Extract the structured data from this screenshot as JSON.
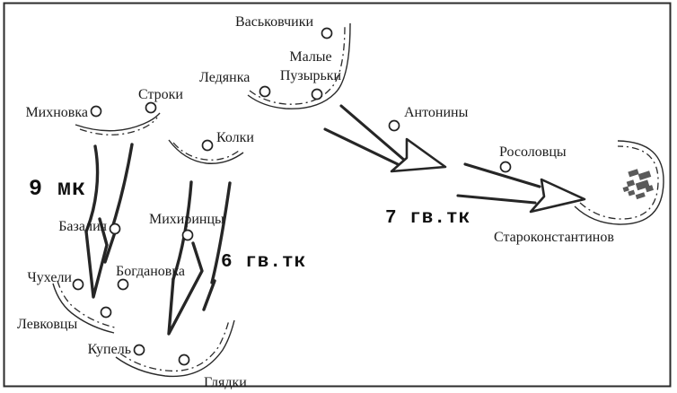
{
  "map": {
    "paper_color": "#ffffff",
    "ink_color": "#2a2a2a",
    "description_elements": "military operations sketch map"
  },
  "unit_labels": [
    {
      "text": "9 мк"
    },
    {
      "text": "6 гв.тк"
    },
    {
      "text": "7 гв.тк"
    }
  ],
  "towns": [
    {
      "name": "Михновка"
    },
    {
      "name": "Строки"
    },
    {
      "name": "Ледянка"
    },
    {
      "name": "Васьковчики"
    },
    {
      "name": "Малые Пузырьки",
      "lines": [
        "Малые",
        "Пузырьки"
      ]
    },
    {
      "name": "Колки"
    },
    {
      "name": "Антонины"
    },
    {
      "name": "Росоловцы"
    },
    {
      "name": "Базалия"
    },
    {
      "name": "Михиринцы"
    },
    {
      "name": "Чухели"
    },
    {
      "name": "Богдановка"
    },
    {
      "name": "Левковцы"
    },
    {
      "name": "Купель"
    },
    {
      "name": "Глядки"
    },
    {
      "name": "Староконстантинов"
    }
  ]
}
